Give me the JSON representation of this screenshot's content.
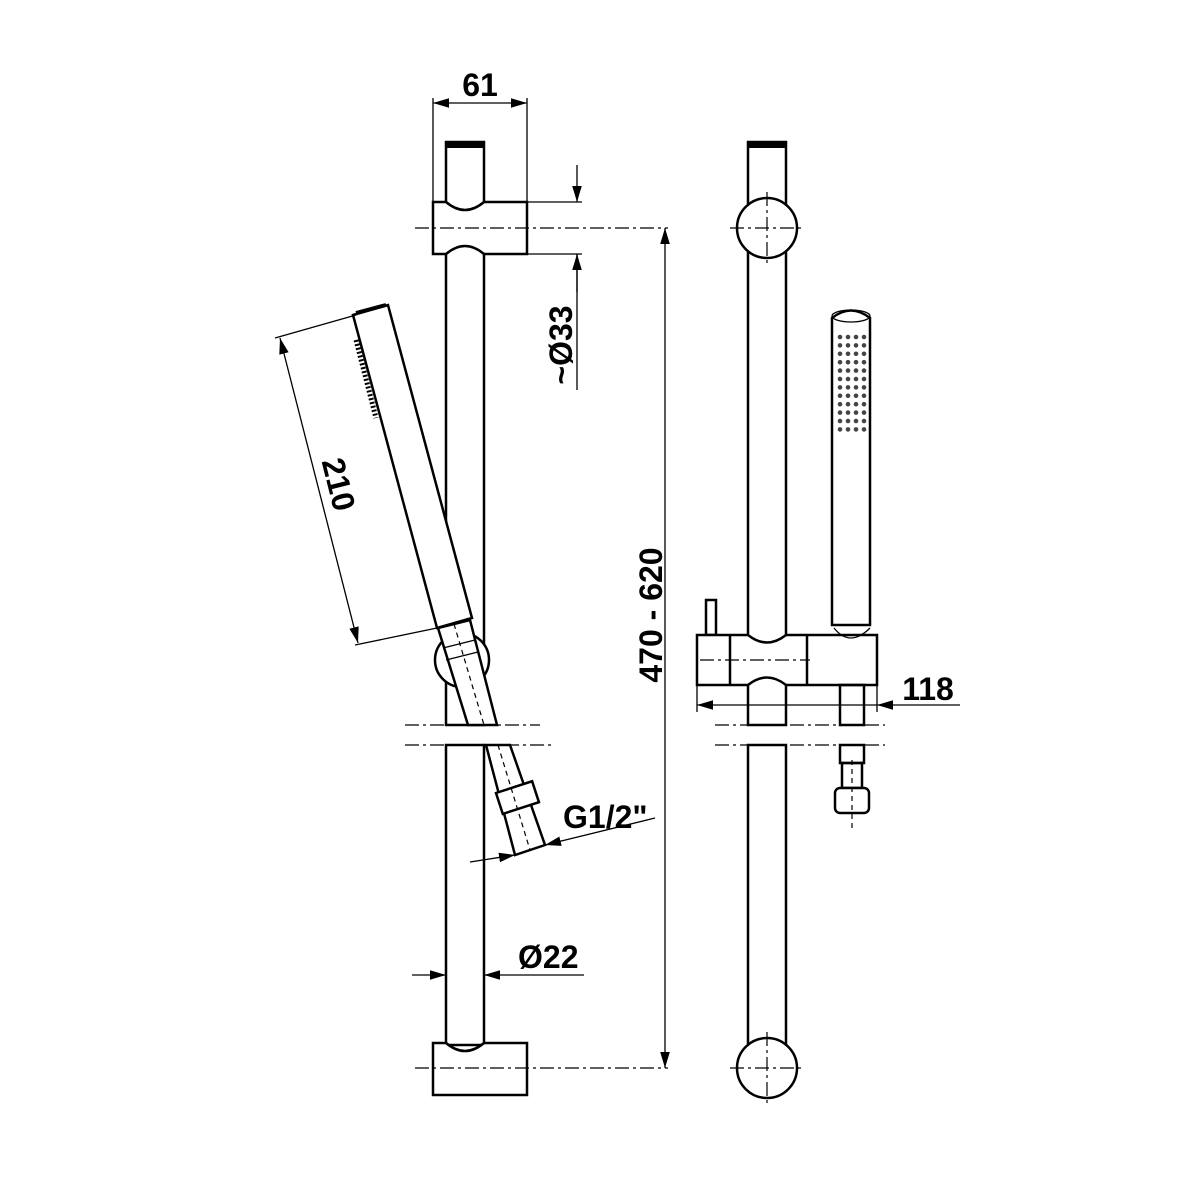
{
  "title": "Shower rail set dimension drawing",
  "dimensions": {
    "bracket_depth": "61",
    "bracket_diameter": "~Ø33",
    "hand_shower_length": "210",
    "rail_length_range": "470 - 620",
    "slider_projection": "118",
    "hose_thread": "G1/2\"",
    "rail_diameter": "Ø22"
  },
  "colors": {
    "line": "#000000",
    "background": "#ffffff"
  }
}
